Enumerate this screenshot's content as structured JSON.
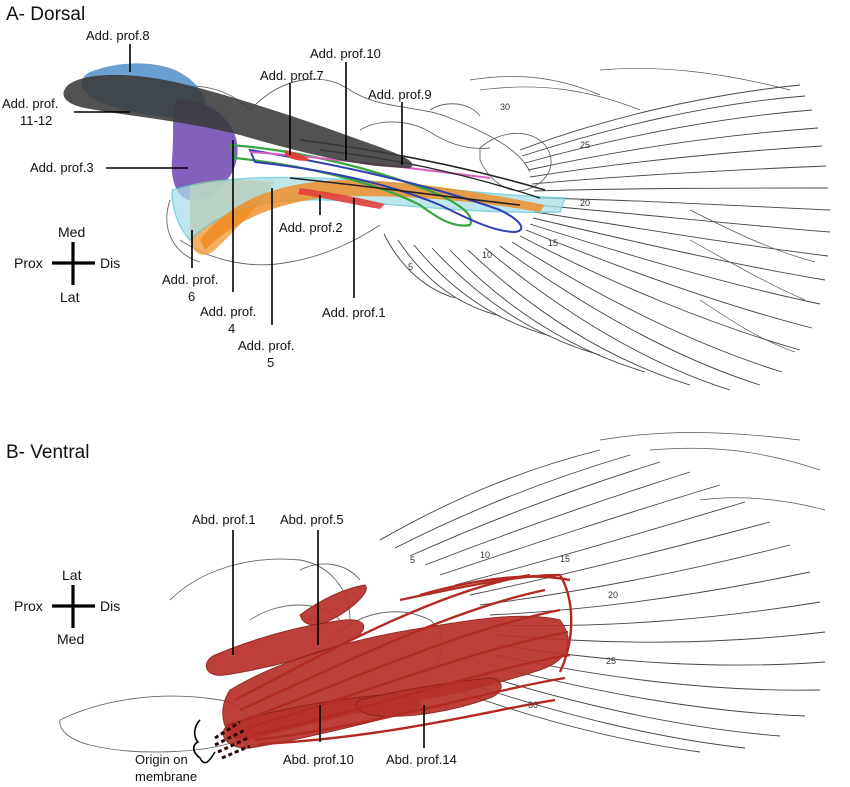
{
  "panels": {
    "dorsal": {
      "title": "A- Dorsal",
      "orientation": {
        "top": "Med",
        "bottom": "Lat",
        "left": "Prox",
        "right": "Dis"
      },
      "labels": [
        {
          "id": "add-prof-8",
          "lines": [
            "Add. prof.8"
          ]
        },
        {
          "id": "add-prof-10",
          "lines": [
            "Add. prof.10"
          ]
        },
        {
          "id": "add-prof-7",
          "lines": [
            "Add. prof.7"
          ]
        },
        {
          "id": "add-prof-9",
          "lines": [
            "Add. prof.9"
          ]
        },
        {
          "id": "add-prof-11-12",
          "lines": [
            "Add. prof.",
            "11-12"
          ]
        },
        {
          "id": "add-prof-3",
          "lines": [
            "Add. prof.3"
          ]
        },
        {
          "id": "add-prof-2",
          "lines": [
            "Add. prof.2"
          ]
        },
        {
          "id": "add-prof-6",
          "lines": [
            "Add. prof.",
            "6"
          ]
        },
        {
          "id": "add-prof-4",
          "lines": [
            "Add. prof.",
            "4"
          ]
        },
        {
          "id": "add-prof-1",
          "lines": [
            "Add. prof.1"
          ]
        },
        {
          "id": "add-prof-5",
          "lines": [
            "Add. prof.",
            "5"
          ]
        }
      ],
      "ray_numbers": [
        "5",
        "10",
        "15",
        "20",
        "25",
        "30"
      ]
    },
    "ventral": {
      "title": "B- Ventral",
      "orientation": {
        "top": "Lat",
        "bottom": "Med",
        "left": "Prox",
        "right": "Dis"
      },
      "labels": [
        {
          "id": "abd-prof-1",
          "lines": [
            "Abd. prof.1"
          ]
        },
        {
          "id": "abd-prof-5",
          "lines": [
            "Abd. prof.5"
          ]
        },
        {
          "id": "origin-on-membrane",
          "lines": [
            "Origin on",
            "membrane"
          ]
        },
        {
          "id": "abd-prof-10",
          "lines": [
            "Abd. prof.10"
          ]
        },
        {
          "id": "abd-prof-14",
          "lines": [
            "Abd. prof.14"
          ]
        }
      ],
      "ray_numbers": [
        "5",
        "10",
        "15",
        "20",
        "25",
        "30"
      ]
    }
  },
  "colors": {
    "abductor_red": "#b8322b",
    "add_prof_11_12": "#3a3a3a",
    "add_prof_8": "#4f8fc7",
    "add_prof_3": "#6b45b0",
    "add_prof_6": "#f0a24a",
    "add_prof_cyan": "#59c8d6",
    "add_prof_green": "#3aa640",
    "add_prof_red": "#e0423a",
    "add_prof_blue": "#2f3fb0",
    "add_prof_orange": "#f08a1e",
    "add_prof_pink": "#d75fc0"
  }
}
